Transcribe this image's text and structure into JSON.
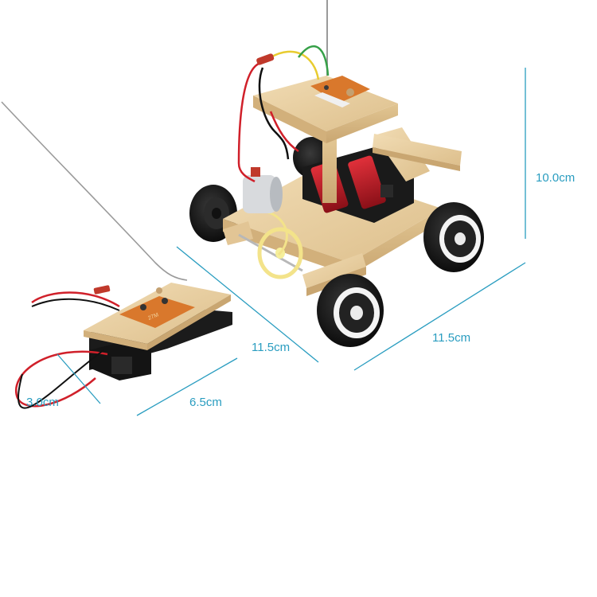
{
  "dimensions": {
    "car_height": "10.0cm",
    "car_length": "11.5cm",
    "car_width": "11.5cm",
    "remote_length": "6.5cm",
    "remote_width": "3.0cm"
  },
  "colors": {
    "dimension_line": "#2a9dc0",
    "wood": "#e8cfa2",
    "pcb": "#d9782c",
    "tire": "#1a1a1a",
    "battery_red": "#c8202a"
  },
  "remote_board_text": "27M"
}
